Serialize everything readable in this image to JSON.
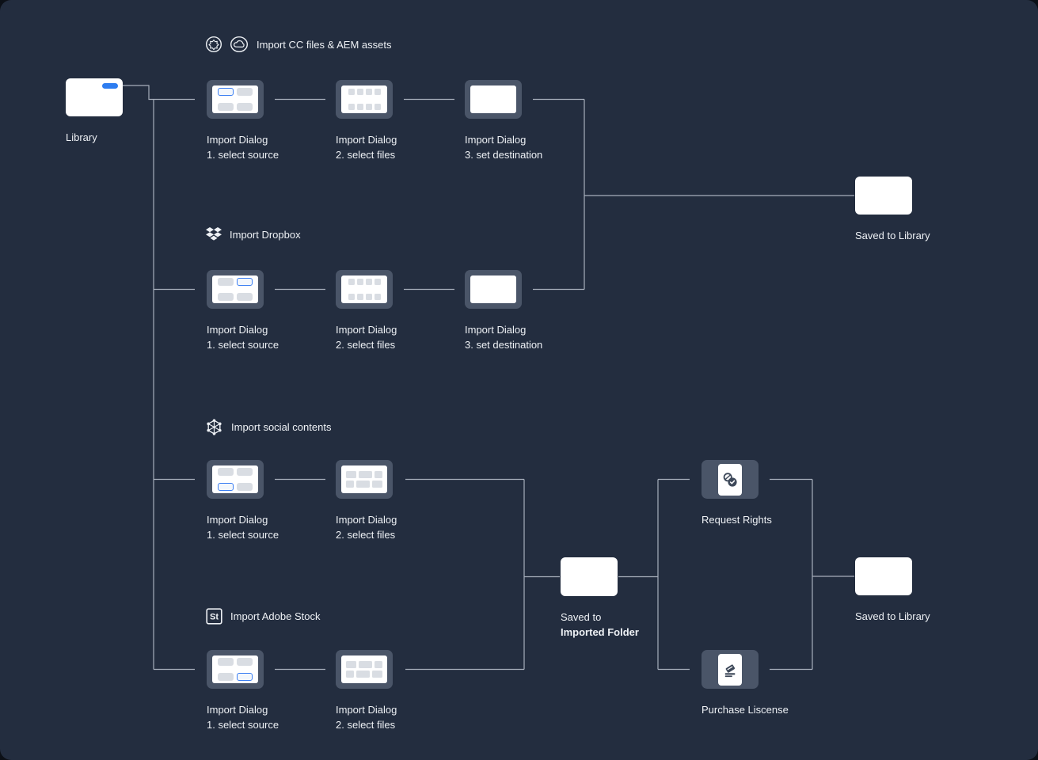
{
  "palette": {
    "background": "#232d3f",
    "node_frame": "#4a5568",
    "node_surface": "#ffffff",
    "placeholder_gray": "#d9dde3",
    "accent_blue": "#2e7df0",
    "selection_border_blue": "#3b7ef2",
    "connector_line": "#a7afbc",
    "text": "#eef1f5"
  },
  "flows": {
    "cc": {
      "header_label": "Import CC files & AEM assets",
      "header_icons": [
        "aem-icon",
        "creative-cloud-icon"
      ],
      "dialogs": [
        {
          "title": "Import Dialog",
          "subtitle": "1. select source"
        },
        {
          "title": "Import Dialog",
          "subtitle": "2. select files"
        },
        {
          "title": "Import Dialog",
          "subtitle": "3. set destination"
        }
      ]
    },
    "dropbox": {
      "header_label": "Import Dropbox",
      "header_icons": [
        "dropbox-icon"
      ],
      "dialogs": [
        {
          "title": "Import Dialog",
          "subtitle": "1. select source"
        },
        {
          "title": "Import Dialog",
          "subtitle": "2. select files"
        },
        {
          "title": "Import Dialog",
          "subtitle": "3. set destination"
        }
      ]
    },
    "social": {
      "header_label": "Import social contents",
      "header_icons": [
        "social-network-icon"
      ],
      "dialogs": [
        {
          "title": "Import Dialog",
          "subtitle": "1. select source"
        },
        {
          "title": "Import Dialog",
          "subtitle": "2. select files"
        }
      ]
    },
    "stock": {
      "header_label": "Import Adobe Stock",
      "header_icons": [
        "adobe-stock-icon"
      ],
      "dialogs": [
        {
          "title": "Import Dialog",
          "subtitle": "1. select source"
        },
        {
          "title": "Import Dialog",
          "subtitle": "2. select files"
        }
      ]
    }
  },
  "endpoints": {
    "library": {
      "label": "Library"
    },
    "saved_to_library_top": {
      "label": "Saved to Library"
    },
    "saved_to_imported_folder": {
      "line1": "Saved to",
      "line2": "Imported Folder"
    },
    "request_rights": {
      "label": "Request Rights"
    },
    "purchase_license": {
      "label": "Purchase Liscense"
    },
    "saved_to_library_bottom": {
      "label": "Saved to Library"
    }
  }
}
